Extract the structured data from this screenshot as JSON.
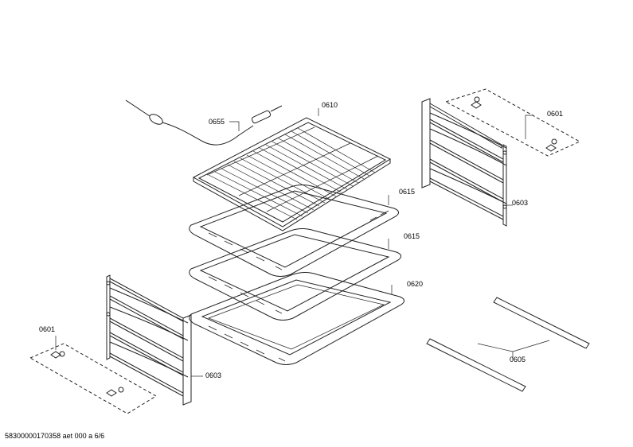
{
  "diagram": {
    "part_labels": {
      "p0655": "0655",
      "p0610": "0610",
      "p0615a": "0615",
      "p0615b": "0615",
      "p0620": "0620",
      "p0601_right": "0601",
      "p0603_right": "0603",
      "p0601_left": "0601",
      "p0603_left": "0603",
      "p0605": "0605"
    },
    "footer": "58300000170358 aet 000 a 6/6"
  }
}
